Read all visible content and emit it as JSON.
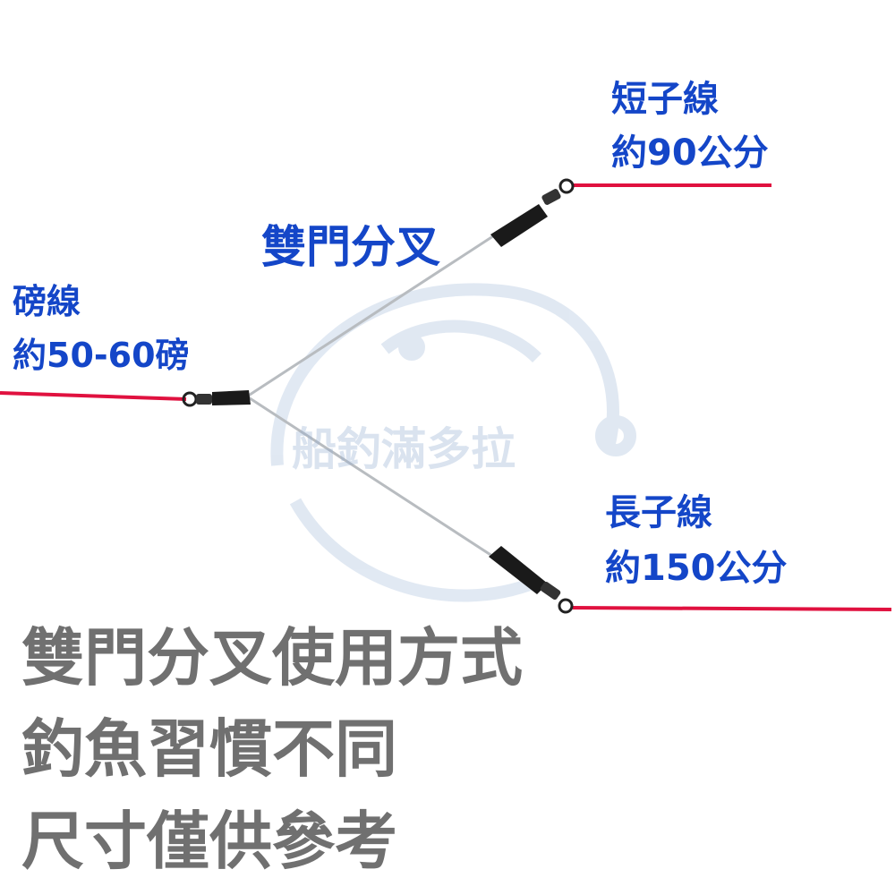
{
  "labels": {
    "short_leader_name": "短子線",
    "short_leader_length": "約90公分",
    "split_name": "雙門分叉",
    "main_line_name": "磅線",
    "main_line_length": "約50-60磅",
    "long_leader_name": "長子線",
    "long_leader_length": "約150公分"
  },
  "captions": [
    "雙門分叉使用方式",
    "釣魚習慣不同",
    "尺寸僅供參考"
  ],
  "watermark": "船釣滿多拉",
  "colors": {
    "line_red": "#e0113f",
    "label_blue": "#1446c8",
    "caption_gray": "#707070",
    "wire_silver": "#b8bcc0",
    "sleeve_black": "#1a1a1a",
    "watermark_blue": "#a9bfdc"
  }
}
